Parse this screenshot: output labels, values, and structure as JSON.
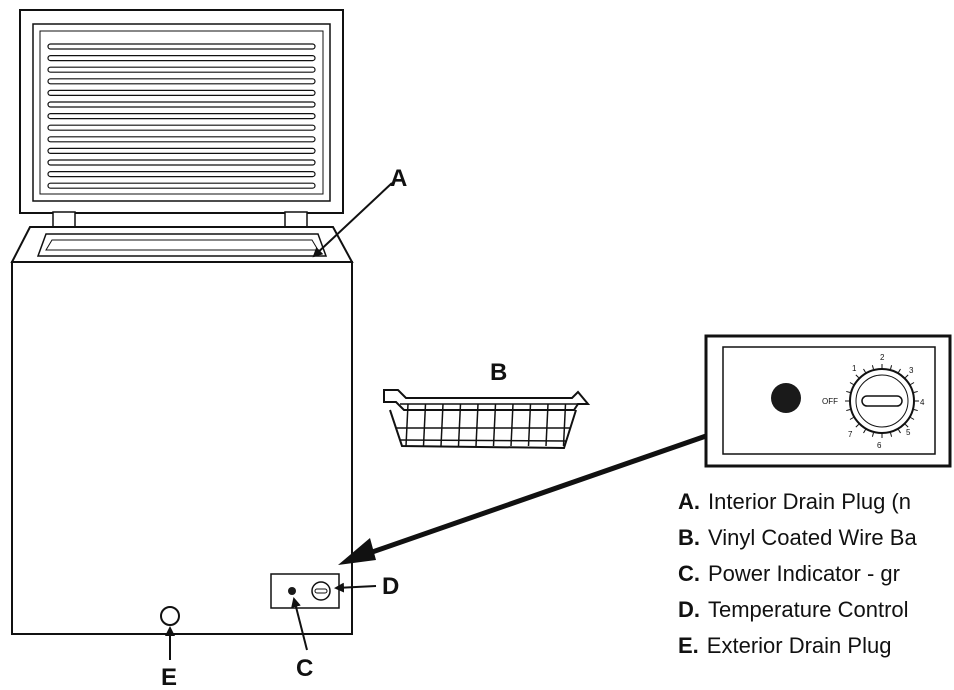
{
  "callouts": {
    "a": "A",
    "b": "B",
    "c": "C",
    "d": "D",
    "e": "E"
  },
  "control_panel": {
    "off_label": "OFF",
    "dial_numbers": [
      "1",
      "2",
      "3",
      "4",
      "5",
      "6",
      "7"
    ]
  },
  "legend": {
    "items": [
      {
        "key": "A.",
        "text": "Interior Drain Plug (n"
      },
      {
        "key": "B.",
        "text": "Vinyl Coated Wire Ba"
      },
      {
        "key": "C.",
        "text": "Power Indicator  -  gr"
      },
      {
        "key": "D.",
        "text": "Temperature Control"
      },
      {
        "key": "E.",
        "text": "Exterior Drain Plug"
      }
    ]
  },
  "colors": {
    "stroke": "#111111",
    "background": "#ffffff",
    "indicator": "#1a1a1a"
  }
}
